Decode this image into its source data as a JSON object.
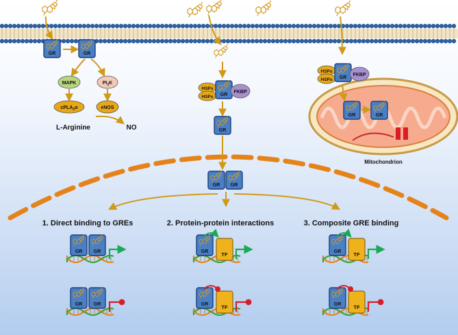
{
  "labels": {
    "gr": "GR",
    "mapk": "MAPK",
    "pi3k_main": "PI",
    "pi3k_sub": "3",
    "pi3k_end": "K",
    "cpla2_main": "cPLA",
    "cpla2_sub": "2",
    "cpla2_end": "α",
    "enos": "eNOS",
    "l_arginine": "L-Arginine",
    "no": "NO",
    "hsps": "HSPs",
    "fkbp": "FKBP",
    "tf": "TF",
    "mitochondrion": "Mitochondrion"
  },
  "mechanisms": [
    {
      "title": "1. Direct binding to GREs"
    },
    {
      "title": "2. Protein-protein interactions"
    },
    {
      "title": "3. Composite GRE binding"
    }
  ],
  "colors": {
    "membrane_head": "#2f5f9e",
    "receptor_blue": "#4a7fc4",
    "hsp_yellow": "#e8a716",
    "fkbp_purple": "#a88fd0",
    "mapk_green": "#b7d67c",
    "pi3k_pink": "#f3c9b8",
    "nuclear_envelope": "#e5831b",
    "arrow_gold": "#d09a18",
    "activation_green": "#1aaa55",
    "repression_red": "#d81c28",
    "dna_orange": "#e8841c",
    "dna_green": "#39a33a",
    "mito_outer": "#c79a45",
    "mito_inner": "#f6ab8f"
  }
}
